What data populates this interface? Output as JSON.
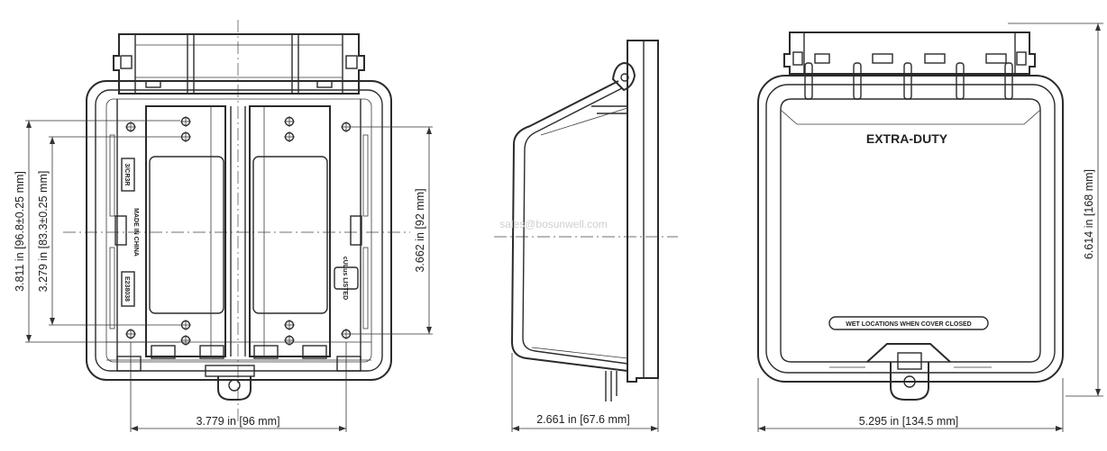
{
  "front_view": {
    "dim_width": "3.779 in [96 mm]",
    "dim_height_outer": "3.811 in [96.8±0.25 mm]",
    "dim_height_inner": "3.279 in [83.3±0.25 mm]",
    "dim_hole_spacing": "3.662 in [92 mm]",
    "mark_rating": "3/CR3R",
    "mark_origin": "MADE IN CHINA",
    "mark_file": "E238038",
    "mark_cert": "cULus LISTED"
  },
  "side_view": {
    "dim_depth": "2.661 in [67.6 mm]",
    "watermark": "sales@bosunwell.com"
  },
  "cover_view": {
    "title": "EXTRA-DUTY",
    "label": "WET LOCATIONS WHEN COVER CLOSED",
    "dim_width": "5.295 in [134.5 mm]",
    "dim_height": "6.614 in [168 mm]"
  }
}
